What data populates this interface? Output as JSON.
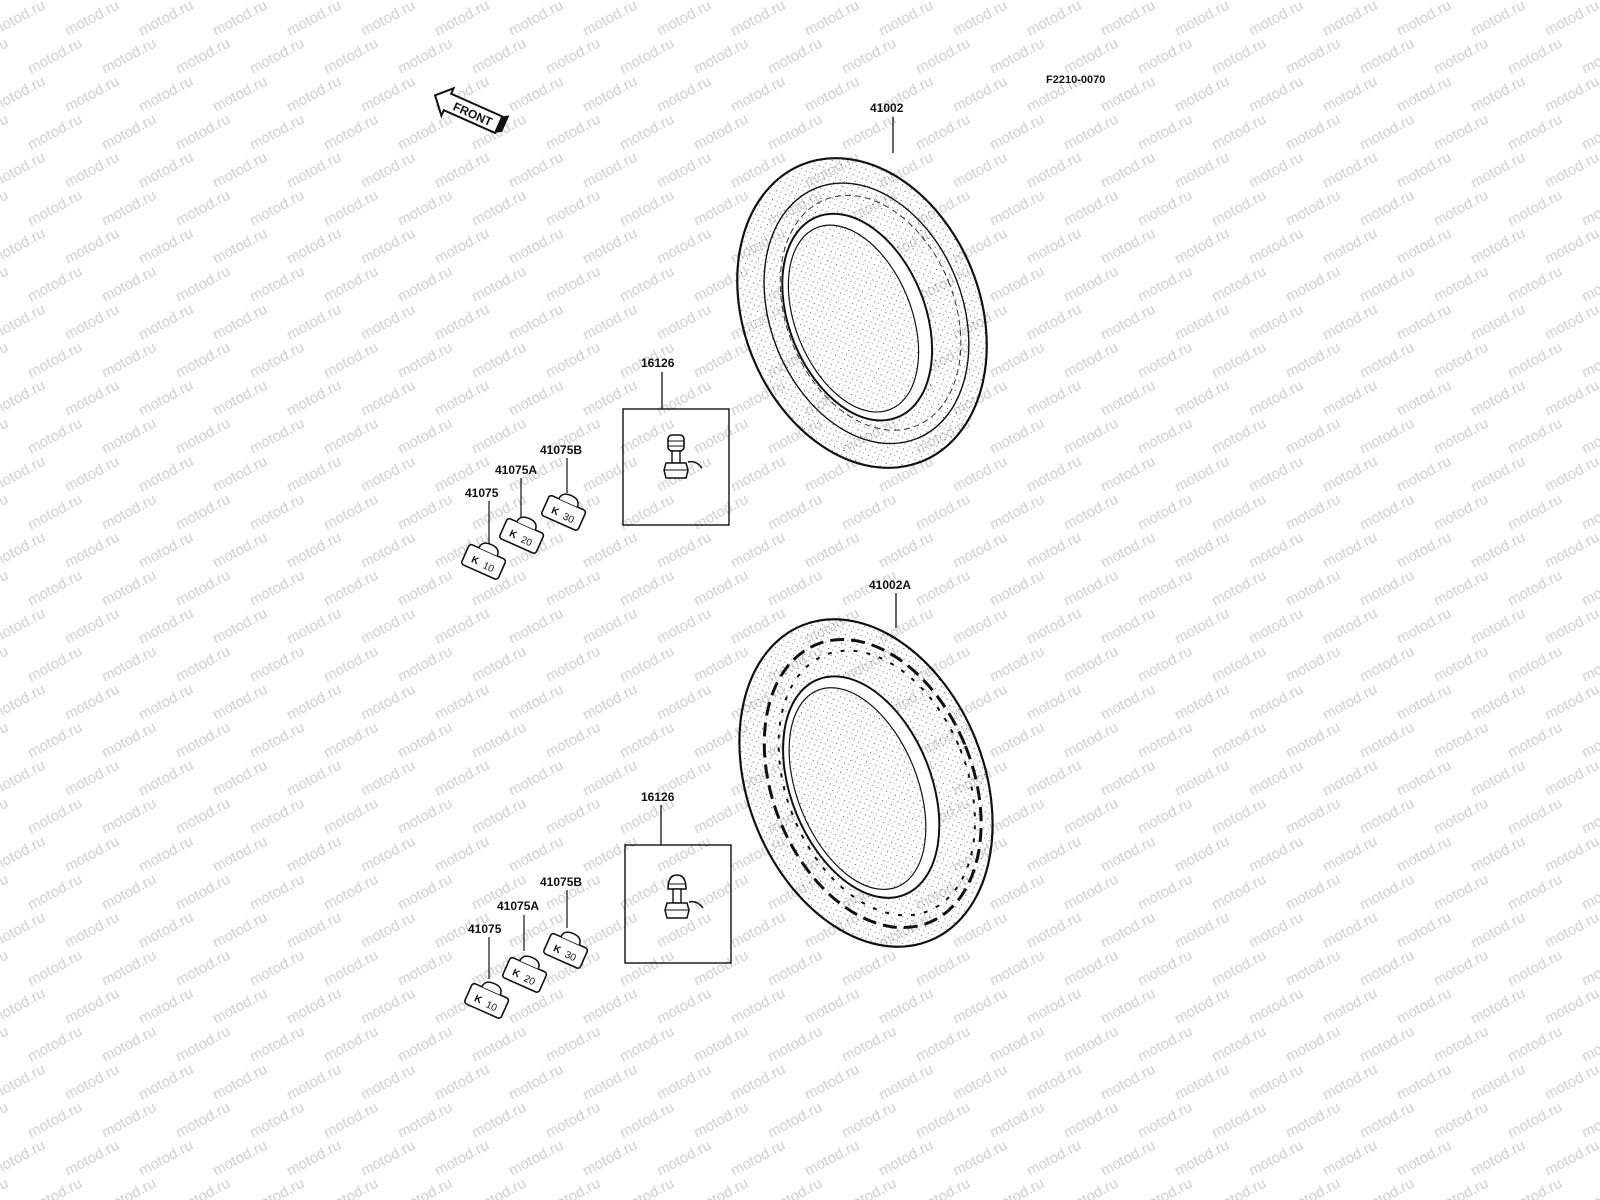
{
  "watermark": {
    "text": "motod.ru",
    "color": "#cfcfcf"
  },
  "figure_code": "F2210-0070",
  "front_arrow": {
    "text": "FRONT"
  },
  "colors": {
    "ink": "#111111",
    "paper": "#ffffff"
  },
  "parts": {
    "tire_front": "41002",
    "tire_rear": "41002A",
    "valve_top": "16126",
    "valve_bottom": "16126",
    "weight_top": "41075",
    "weight_top_a": "41075A",
    "weight_top_b": "41075B",
    "weight_bottom": "41075",
    "weight_bottom_a": "41075A",
    "weight_bottom_b": "41075B"
  },
  "weight_marks": {
    "w10": "10",
    "w20": "20",
    "w30": "30",
    "prefix": "K"
  }
}
